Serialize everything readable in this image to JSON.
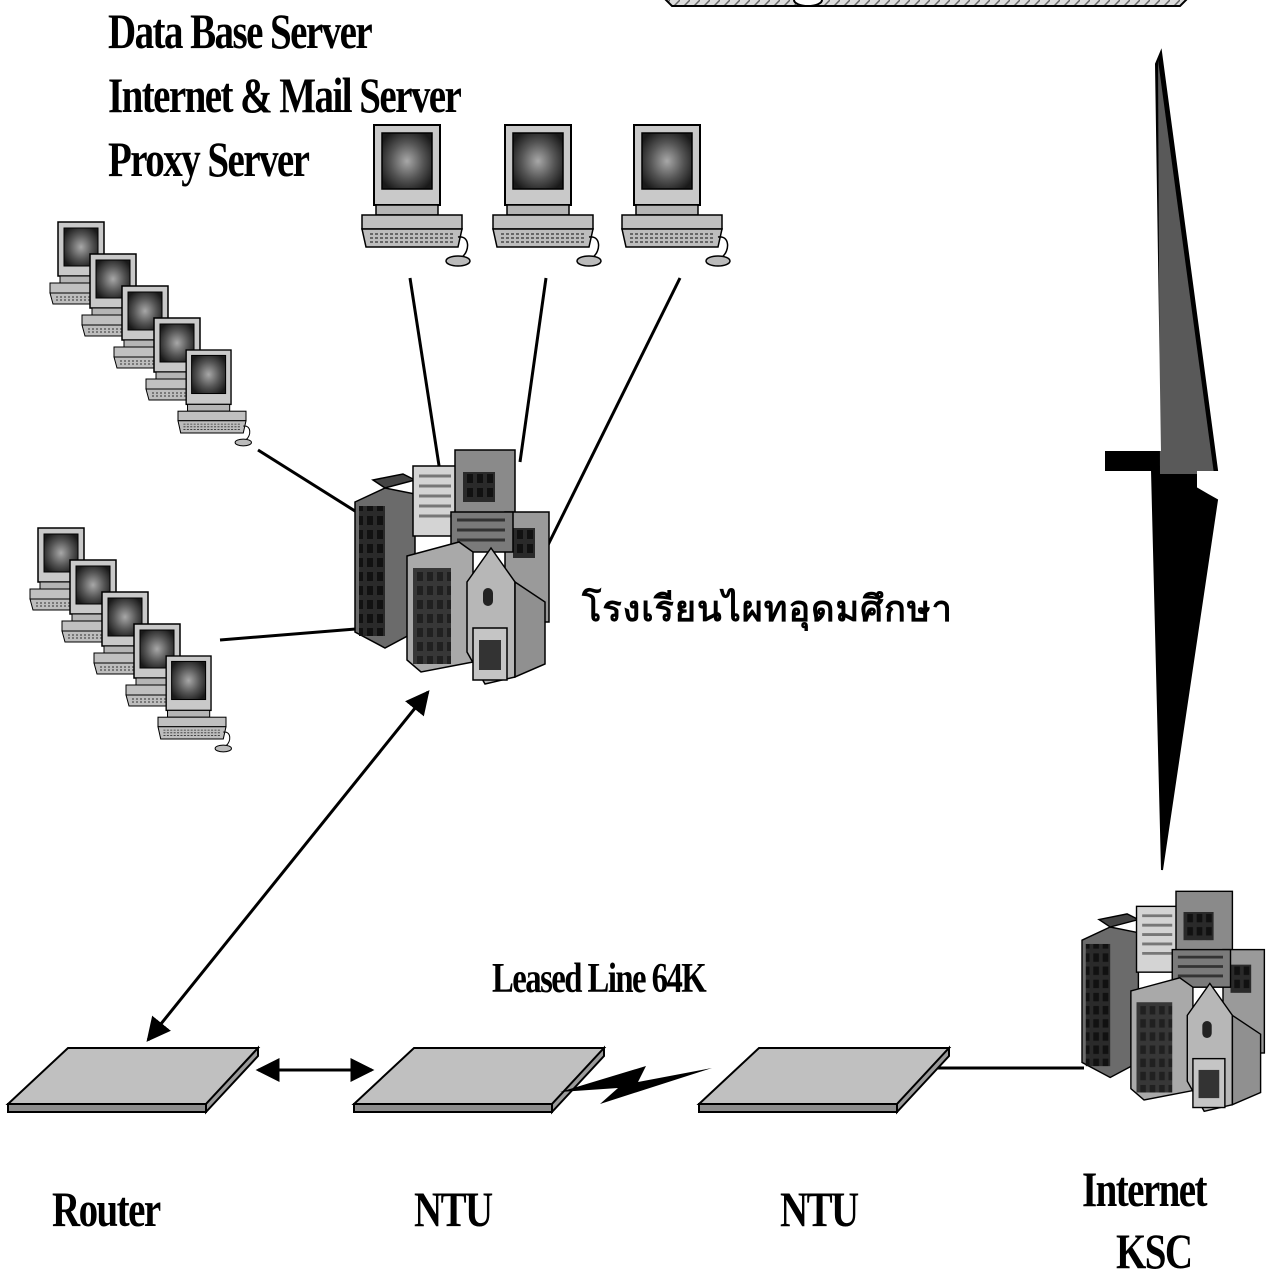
{
  "server_labels": {
    "database": "Data Base Server",
    "internet_mail": "Internet & Mail Server",
    "proxy": "Proxy Server"
  },
  "school_name": "โรงเรียนไผทอุดมศึกษา",
  "leased_line": "Leased Line 64K",
  "devices": {
    "router": "Router",
    "ntu_1": "NTU",
    "ntu_2": "NTU"
  },
  "isp": {
    "line1": "Internet",
    "line2": "KSC"
  },
  "icons": {
    "computer": "computer-icon",
    "building": "building-icon",
    "device": "network-device-icon",
    "wan_link": "lightning-link-icon"
  }
}
